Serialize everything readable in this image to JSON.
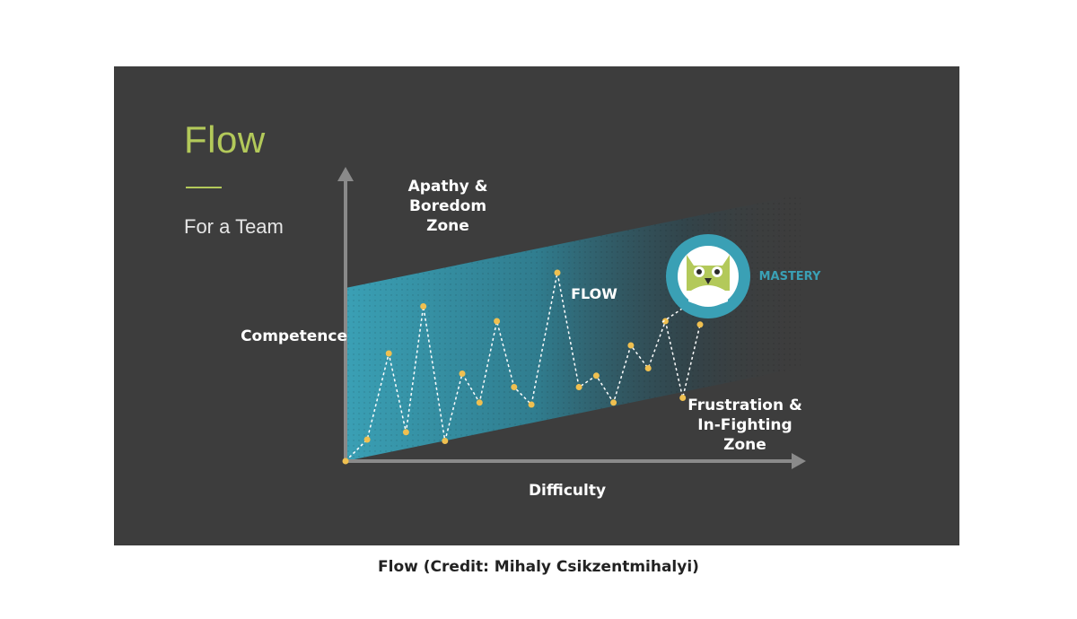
{
  "slide": {
    "title": "Flow",
    "subtitle": "For a Team"
  },
  "labels": {
    "apathy_zone": "Apathy & Boredom Zone",
    "competence": "Competence",
    "flow": "FLOW",
    "mastery": "MASTERY",
    "frustration_zone": "Frustration & In-Fighting Zone",
    "difficulty": "Difficulty"
  },
  "caption": "Flow (Credit: Mihaly Csikzentmihalyi)",
  "icons": {
    "mastery": "owl-icon"
  },
  "colors": {
    "background": "#3d3d3d",
    "accent_green": "#b3c95a",
    "flow_teal": "#3aa0b5",
    "point_yellow": "#f0c050",
    "axis_gray": "#8a8a8a"
  },
  "chart_data": {
    "type": "line",
    "points": [
      [
        0.0,
        0.0
      ],
      [
        0.5,
        0.32
      ],
      [
        1.0,
        1.6
      ],
      [
        1.4,
        0.43
      ],
      [
        1.8,
        2.3
      ],
      [
        2.3,
        0.3
      ],
      [
        2.7,
        1.3
      ],
      [
        3.1,
        0.87
      ],
      [
        3.5,
        2.08
      ],
      [
        3.9,
        1.1
      ],
      [
        4.3,
        0.84
      ],
      [
        4.9,
        2.8
      ],
      [
        5.4,
        1.1
      ],
      [
        5.8,
        1.27
      ],
      [
        6.2,
        0.87
      ],
      [
        6.6,
        1.72
      ],
      [
        7.0,
        1.38
      ],
      [
        7.4,
        2.08
      ],
      [
        7.8,
        0.94
      ],
      [
        8.2,
        2.03
      ]
    ],
    "xlim": [
      0,
      10
    ],
    "ylim": [
      0,
      4
    ]
  }
}
